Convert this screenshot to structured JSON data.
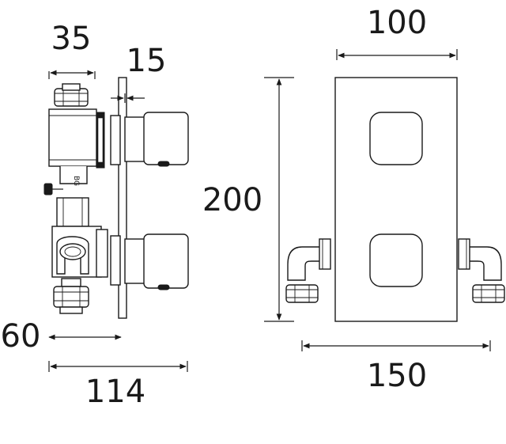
{
  "drawing": {
    "side_view": {
      "dim_top_width": "35",
      "dim_plate_gap": "15",
      "dim_depth_inner": "60",
      "dim_depth_total": "114",
      "body_marking": "BG"
    },
    "front_view": {
      "dim_width_plate": "100",
      "dim_height_plate": "200",
      "dim_width_total": "150"
    }
  }
}
